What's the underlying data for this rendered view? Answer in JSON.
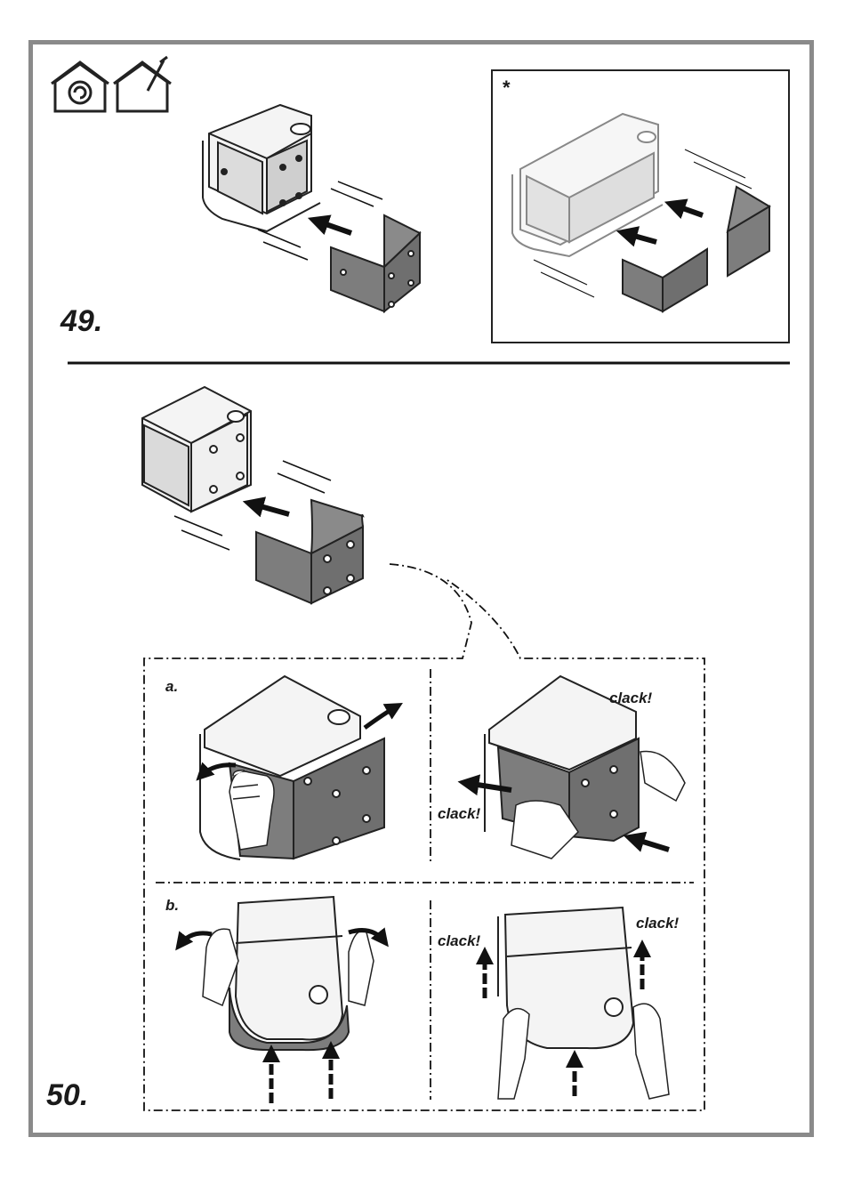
{
  "step49": {
    "number": "49.",
    "inset_mark": "*"
  },
  "step50": {
    "number": "50.",
    "panel_a": {
      "label": "a.",
      "clack_top": "clack!",
      "clack_left": "clack!"
    },
    "panel_b": {
      "label": "b.",
      "clack_left": "clack!",
      "clack_right": "clack!"
    }
  },
  "icons": [
    "indoor-recirculation-icon",
    "indoor-install-icon"
  ],
  "colors": {
    "frame": "#8a8a8a",
    "panel_dark": "#7a7a7a",
    "panel_light": "#d4d4d4",
    "line": "#1a1a1a"
  }
}
